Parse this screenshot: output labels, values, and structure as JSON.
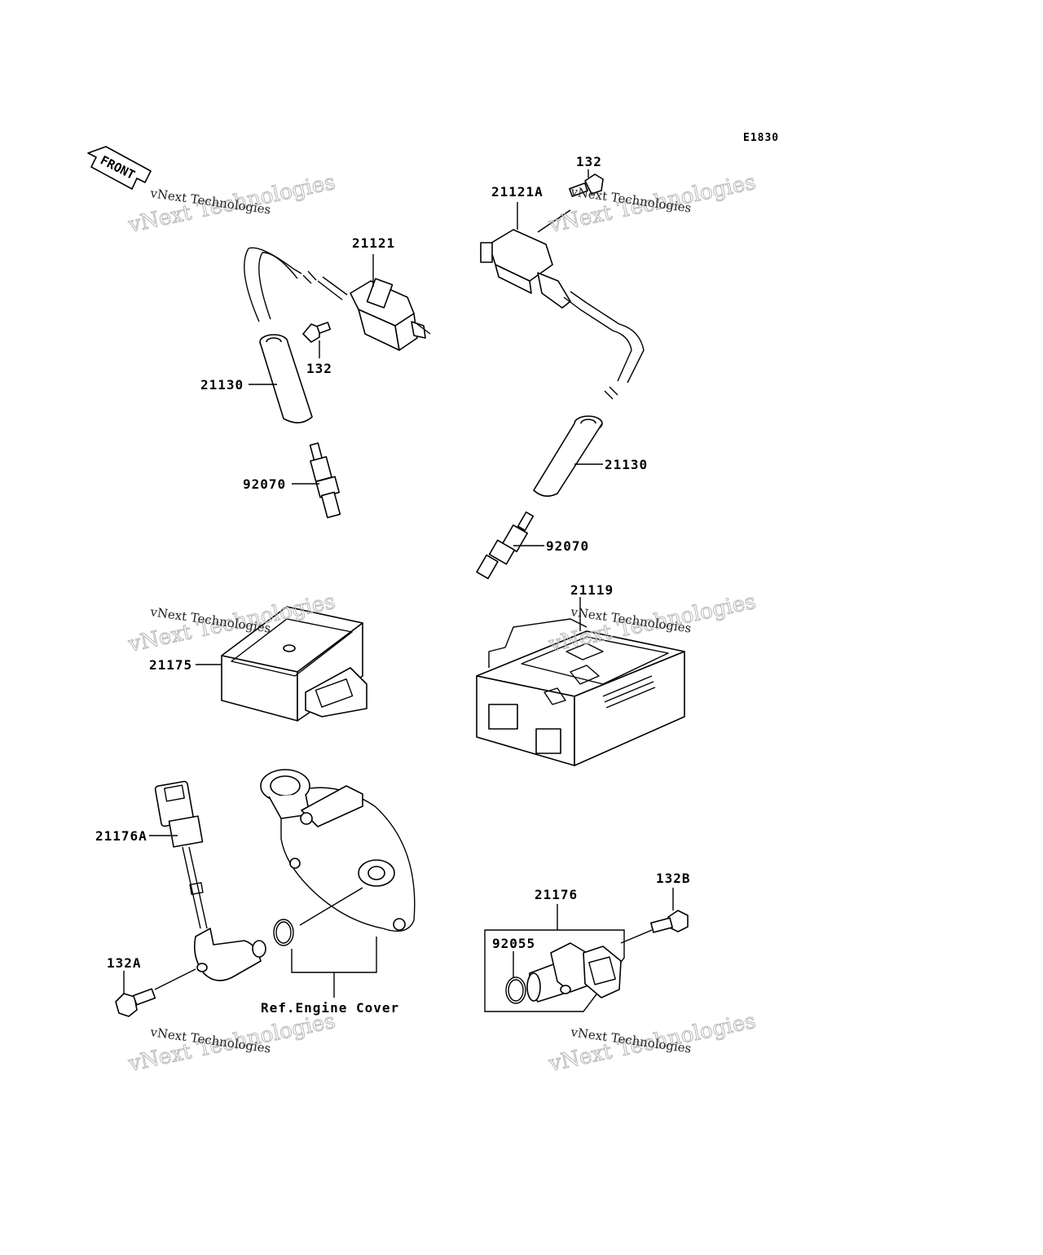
{
  "diagram": {
    "code": "E1830",
    "front_label": "FRONT",
    "reference_label": "Ref.Engine Cover",
    "watermark": {
      "big": "vNext Technologies",
      "small": "vNext Technologies"
    },
    "part_labels": {
      "coil_left": "21121",
      "coil_right": "21121A",
      "bolt_left": "132",
      "bolt_right": "132",
      "cap_left": "21130",
      "cap_right": "21130",
      "plug_left": "92070",
      "plug_right": "92070",
      "igniter": "21175",
      "ecu": "21119",
      "sensor_left": "21176A",
      "bolt_sensor_left": "132A",
      "sensor_right": "21176",
      "oring": "92055",
      "bolt_sensor_right": "132B"
    }
  }
}
